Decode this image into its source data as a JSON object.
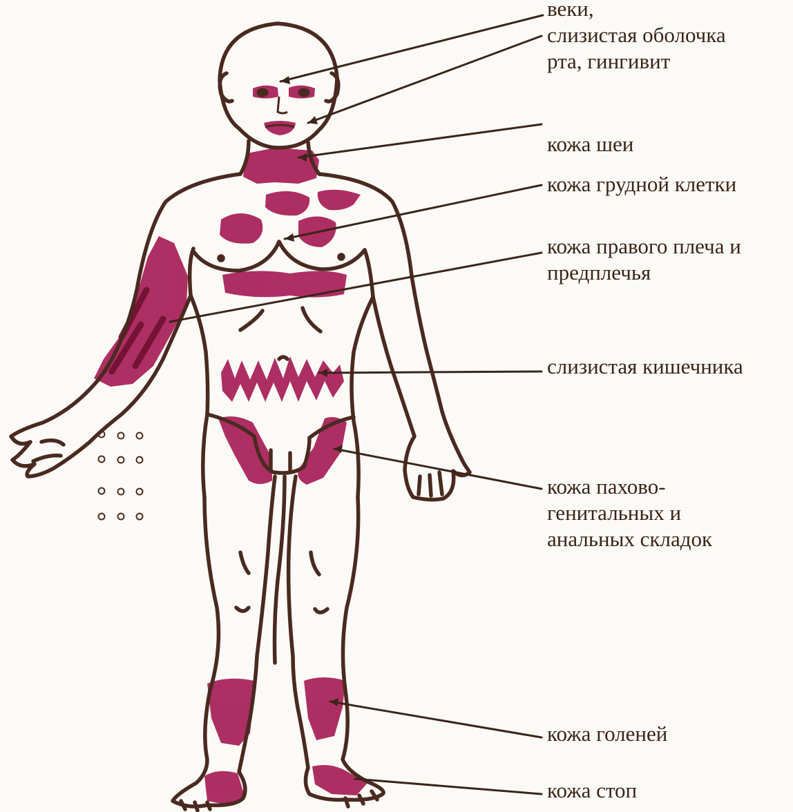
{
  "colors": {
    "outline": "#4a2a20",
    "lesion": "#a3124e",
    "lesion_dark": "#6e1032",
    "paper": "#fbfaf6",
    "text": "#3b2418"
  },
  "labels": {
    "eyelids_mouth": [
      "веки,",
      "слизистая оболочка",
      "рта, гингивит"
    ],
    "neck": [
      "кожа шеи"
    ],
    "chest": [
      "кожа грудной клетки"
    ],
    "right_arm": [
      "кожа правого плеча и",
      "предплечья"
    ],
    "intestine": [
      "слизистая кишечника"
    ],
    "inguinal": [
      "кожа пахово-",
      "генитальных и",
      "анальных складок"
    ],
    "shins": [
      "кожа голеней"
    ],
    "feet": [
      "кожа стоп"
    ]
  }
}
